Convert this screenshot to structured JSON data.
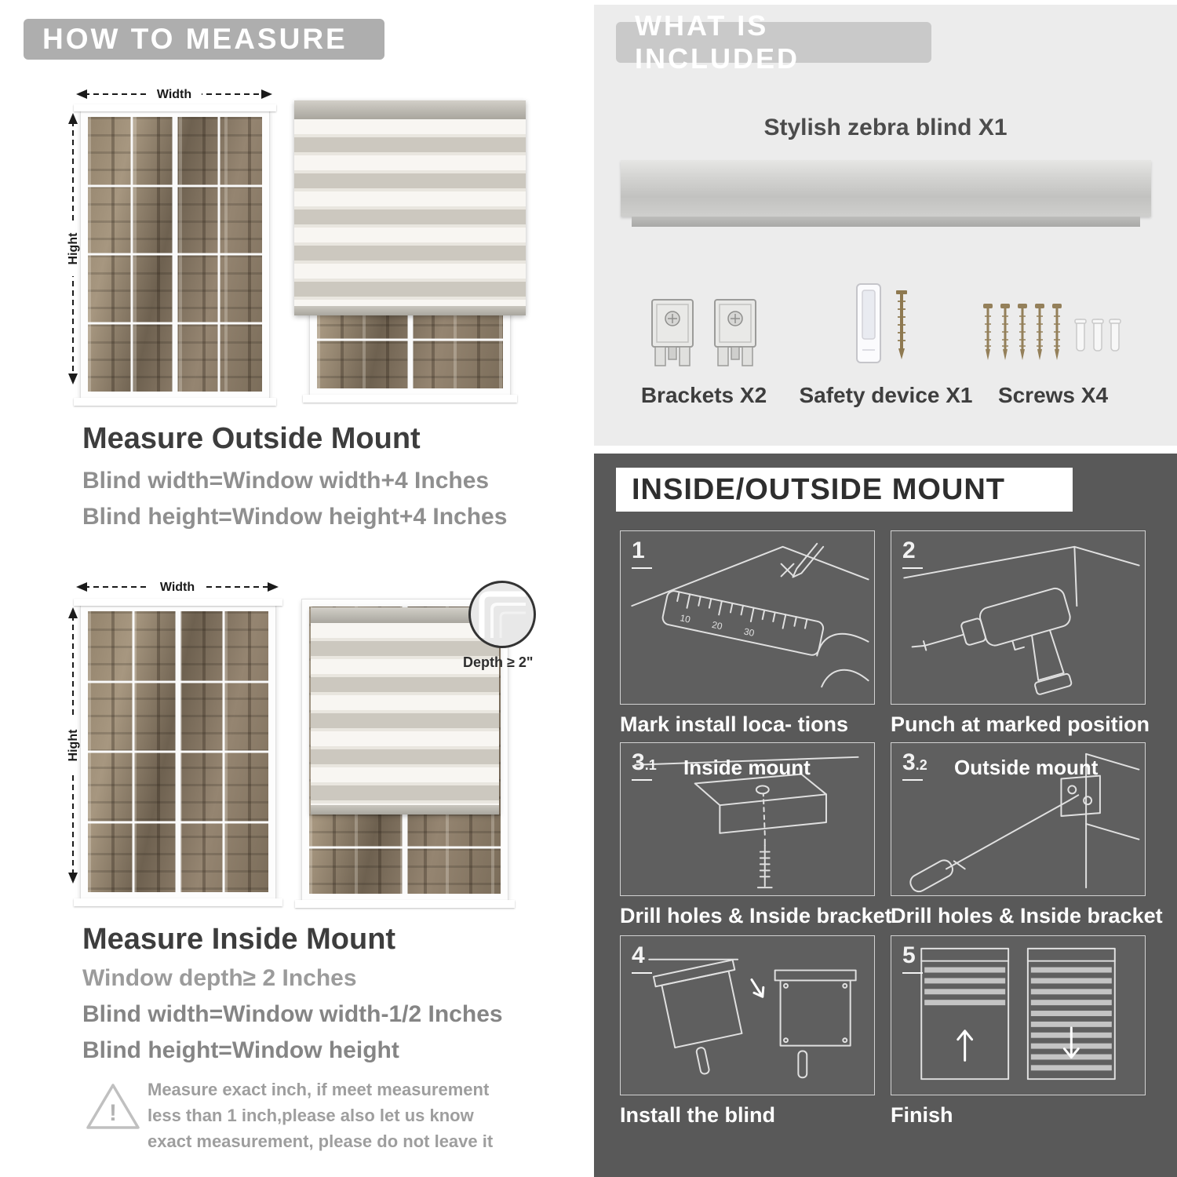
{
  "how_to_measure": {
    "header": "HOW TO MEASURE",
    "width_label": "Width",
    "height_label": "Hight",
    "outside_mount": {
      "title": "Measure Outside Mount",
      "lines": [
        "Blind width=Window width+4 Inches",
        "Blind height=Window height+4 Inches"
      ]
    },
    "inside_mount": {
      "title": "Measure Inside Mount",
      "depth_label": "Depth ≥ 2\"",
      "lines": [
        "Window depth≥ 2 Inches",
        "Blind width=Window width-1/2 Inches",
        "Blind height=Window height"
      ]
    },
    "warning": {
      "mark": "!",
      "text": "Measure exact inch, if meet measurement less than 1 inch,please also let us know exact measurement, please do not leave it"
    }
  },
  "included": {
    "header": "WHAT IS INCLUDED",
    "blind_label": "Stylish zebra blind X1",
    "items": [
      {
        "label": "Brackets X2"
      },
      {
        "label": "Safety device X1"
      },
      {
        "label": "Screws X4"
      }
    ]
  },
  "mount_steps": {
    "header": "INSIDE/OUTSIDE MOUNT",
    "steps": [
      {
        "num": "1",
        "caption": "Mark install loca- tions"
      },
      {
        "num": "2",
        "caption": "Punch at  marked position"
      },
      {
        "num": "3",
        "num_sub": ".1",
        "label": "Inside mount",
        "caption": "Drill holes &  Inside bracket"
      },
      {
        "num": "3",
        "num_sub": ".2",
        "label": "Outside mount",
        "caption": "Drill holes &  Inside bracket"
      },
      {
        "num": "4",
        "caption": "Install the blind"
      },
      {
        "num": "5",
        "caption": "Finish"
      }
    ]
  },
  "colors": {
    "header_pill_gray": "#aeaeae",
    "included_pill_gray": "#c9c9c9",
    "dark_panel": "#595959"
  }
}
